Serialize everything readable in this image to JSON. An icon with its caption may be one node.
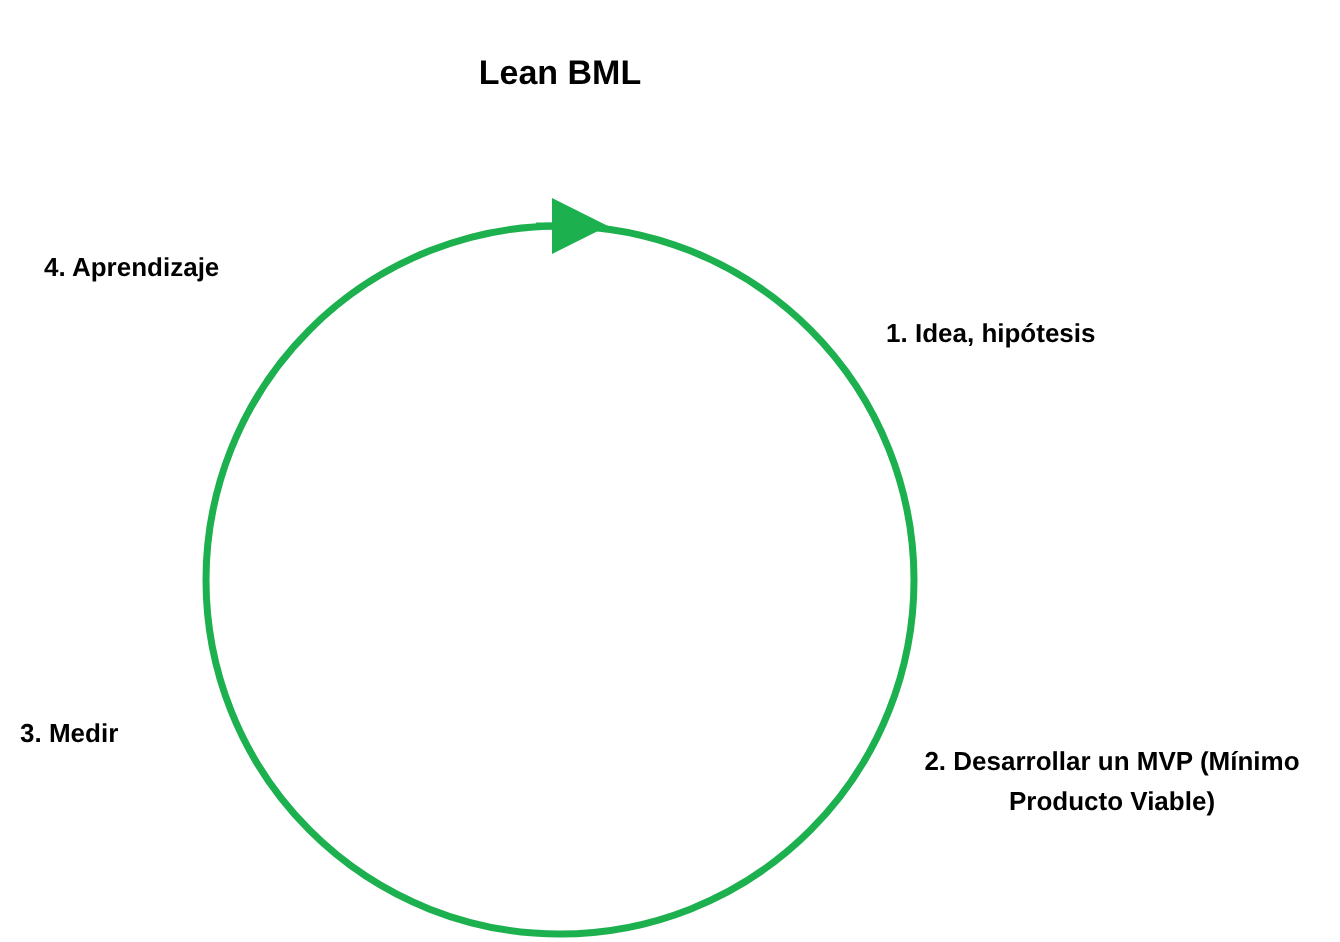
{
  "diagram": {
    "title": "Lean BML",
    "labels": [
      "4. Aprendizaje",
      "1. Idea, hipótesis",
      "3. Medir",
      "2. Desarrollar un MVP (Mínimo Producto Viable)"
    ]
  }
}
